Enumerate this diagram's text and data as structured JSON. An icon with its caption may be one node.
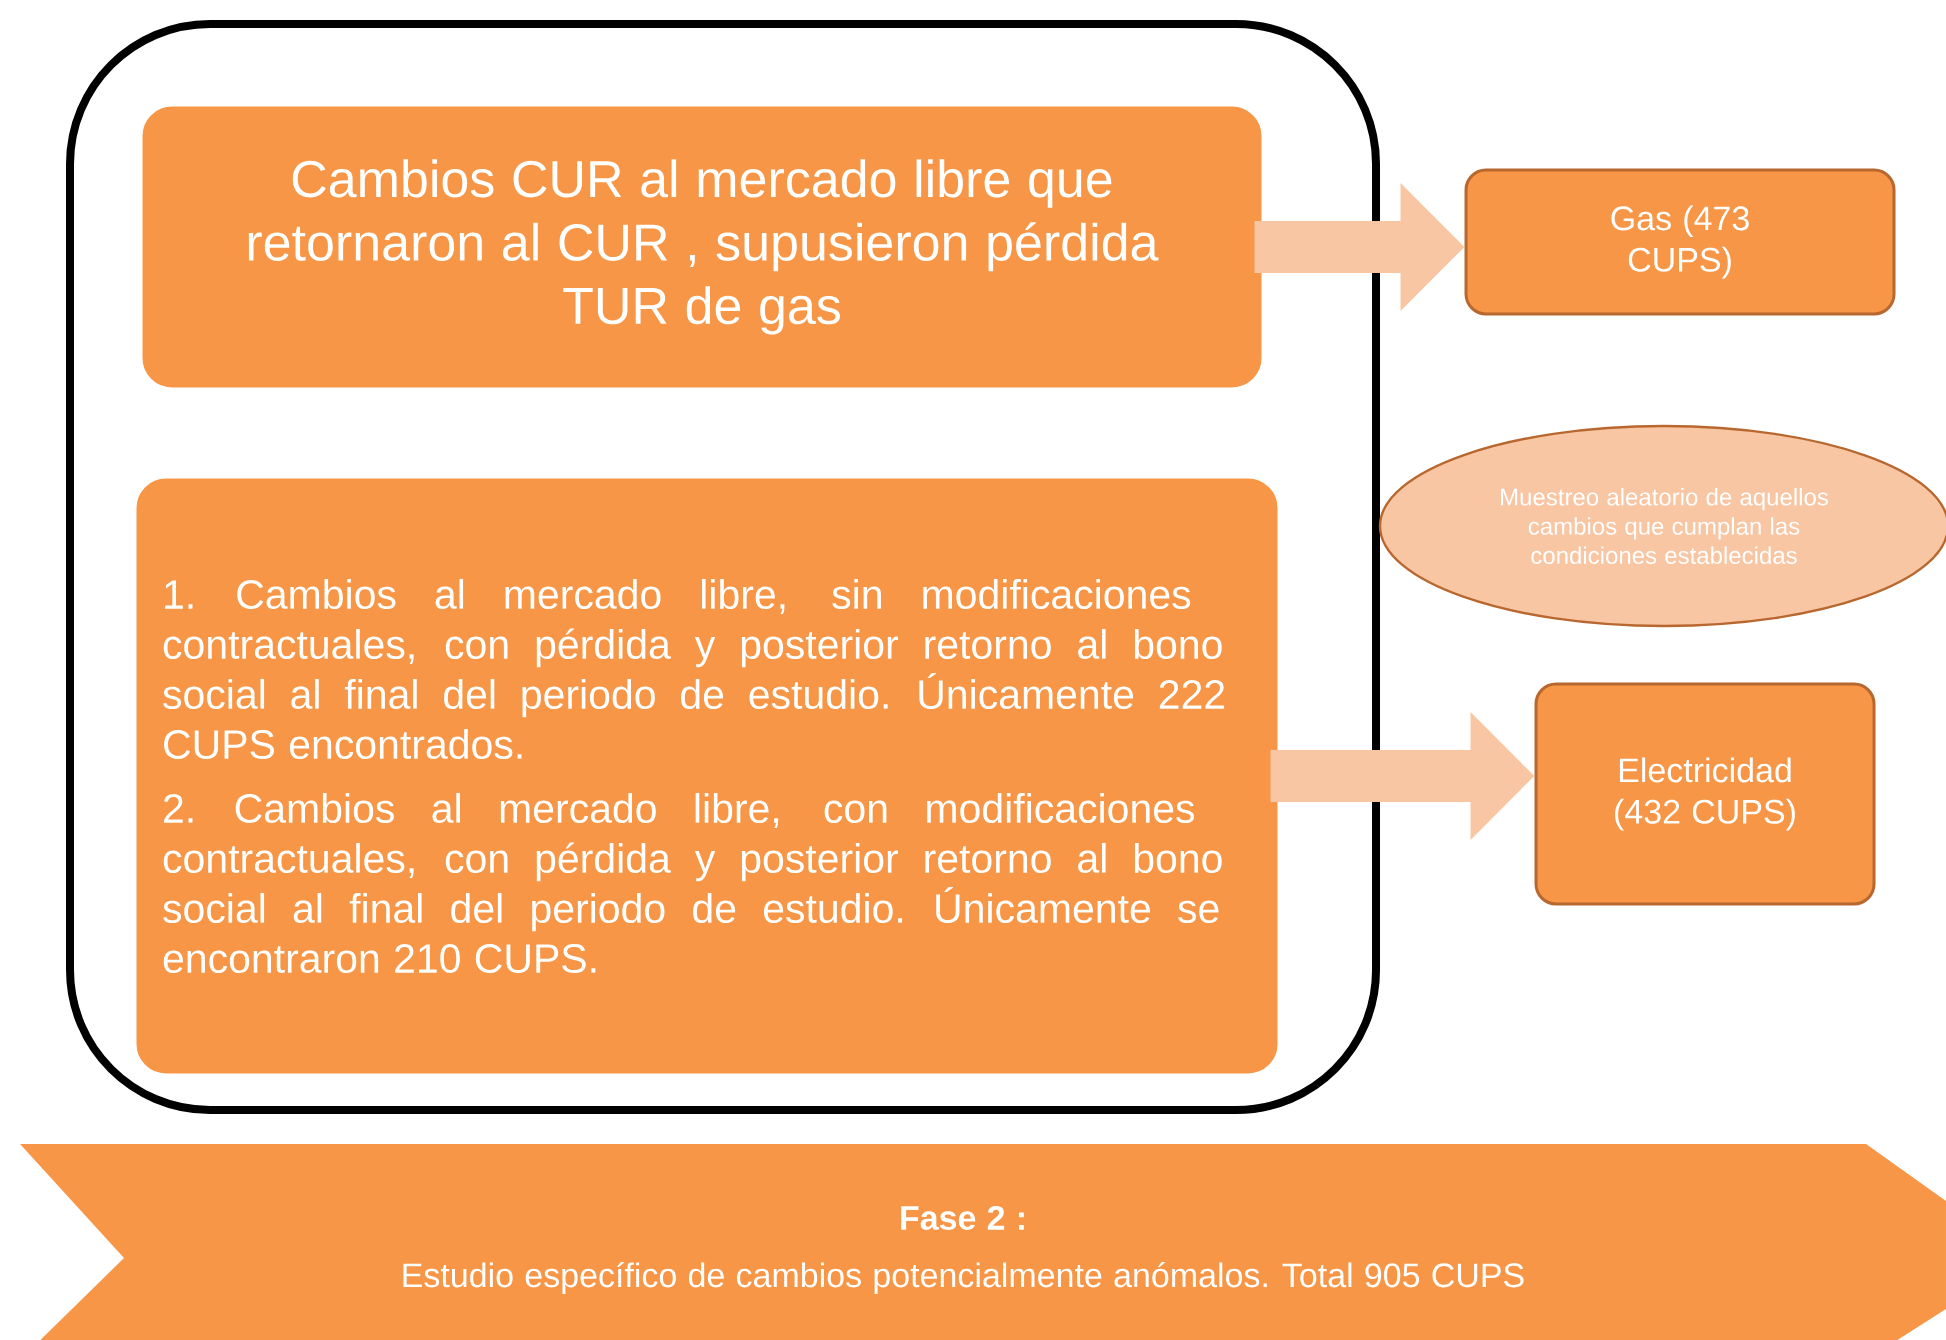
{
  "diagram": {
    "nodes": [
      {
        "text": [],
        "shape": "box"
      },
      {
        "text": [
          "Cambios CUR al mercado libre que retornaron al CUR , supusieron pérdida TUR de gas"
        ],
        "in": 0
      },
      {
        "text": [
          "1. Cambios al mercado libre, sin modificaciones contractuales, con pérdida y posterior retorno al bono social al final del periodo de estudio. Únicamente 222 CUPS encontrados.",
          "2. Cambios al mercado libre, con modificaciones contractuales, con pérdida y posterior retorno al bono social al final del periodo de estudio. Únicamente se encontraron  210 CUPS."
        ],
        "in": 0
      },
      {
        "text": [
          "Gas (473 CUPS)"
        ]
      },
      {
        "text": [
          "Muestreo aleatorio de aquellos cambios que cumplan las condiciones establecidas"
        ]
      },
      {
        "text": [
          "Electricidad (432 CUPS)"
        ]
      },
      {
        "text": [
          "Fase 2 :",
          "Estudio específico de cambios potencialmente anómalos. Total 905 CUPS"
        ]
      }
    ],
    "edges": [
      {
        "from": 1,
        "to": 3,
        "arrow": "to"
      },
      {
        "from": 2,
        "to": 5,
        "arrow": "to"
      }
    ]
  }
}
